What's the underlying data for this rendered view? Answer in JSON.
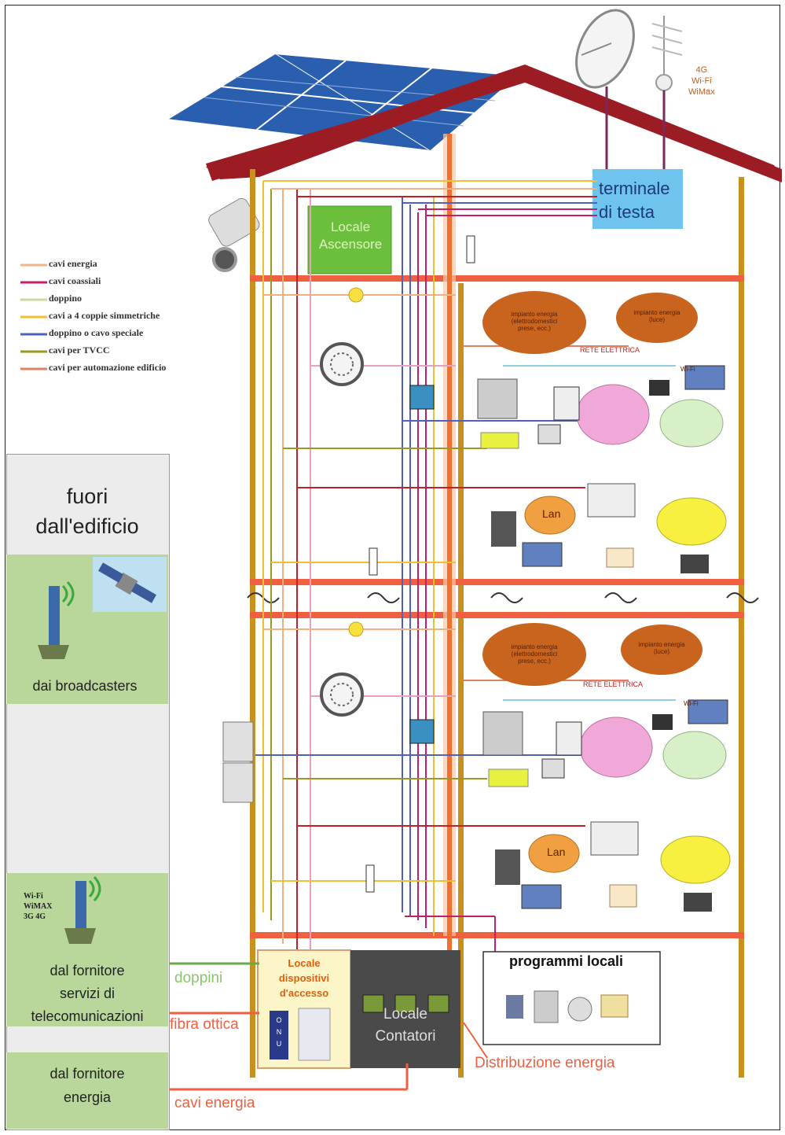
{
  "legend": [
    {
      "label": "cavi energia",
      "color": "#f2b58a"
    },
    {
      "label": "cavi coassiali",
      "color": "#c0206a"
    },
    {
      "label": "doppino",
      "color": "#c8d8a0"
    },
    {
      "label": "cavi a 4 coppie simmetriche",
      "color": "#f0c030"
    },
    {
      "label": "doppino o cavo speciale",
      "color": "#5060c0"
    },
    {
      "label": "cavi per TVCC",
      "color": "#9a9a20"
    },
    {
      "label": "cavi per automazione edificio",
      "color": "#e08060"
    }
  ],
  "roof": {
    "antenna_label_lines": [
      "4G",
      "Wi-Fi",
      "WiMax"
    ],
    "terminal_label_lines": [
      "terminale",
      "di testa"
    ]
  },
  "rooms": {
    "elevator_lines": [
      "Locale",
      "Ascensore"
    ],
    "access_lines": [
      "Locale",
      "dispositivi",
      "d'accesso"
    ],
    "access_box": "O N U",
    "meters_lines": [
      "Locale",
      "Contatori"
    ],
    "local_programs": "programmi locali"
  },
  "floor": {
    "cloud_energy_appliances": [
      "impianto energia",
      "(elettrodomestici",
      "prese, ecc.)"
    ],
    "cloud_energy_lights": [
      "impianto energia",
      "(luce)"
    ],
    "network_label": "RETE ELETTRICA",
    "lan_label": "Lan",
    "wifi_label": "Wi-Fi"
  },
  "left_panel": {
    "title_lines": [
      "fuori",
      "dall'edificio"
    ],
    "broadcasters": "dai broadcasters",
    "wireless_lines": [
      "Wi-Fi",
      "WiMAX",
      "3G  4G"
    ],
    "telecom_lines": [
      "dal fornitore",
      "servizi di",
      "telecomunicazioni"
    ],
    "energy_lines": [
      "dal fornitore",
      "energia"
    ]
  },
  "connections": {
    "doppini": "doppini",
    "fibra": "fibra ottica",
    "cavi_energia": "cavi energia",
    "distribuzione": "Distribuzione energia"
  }
}
